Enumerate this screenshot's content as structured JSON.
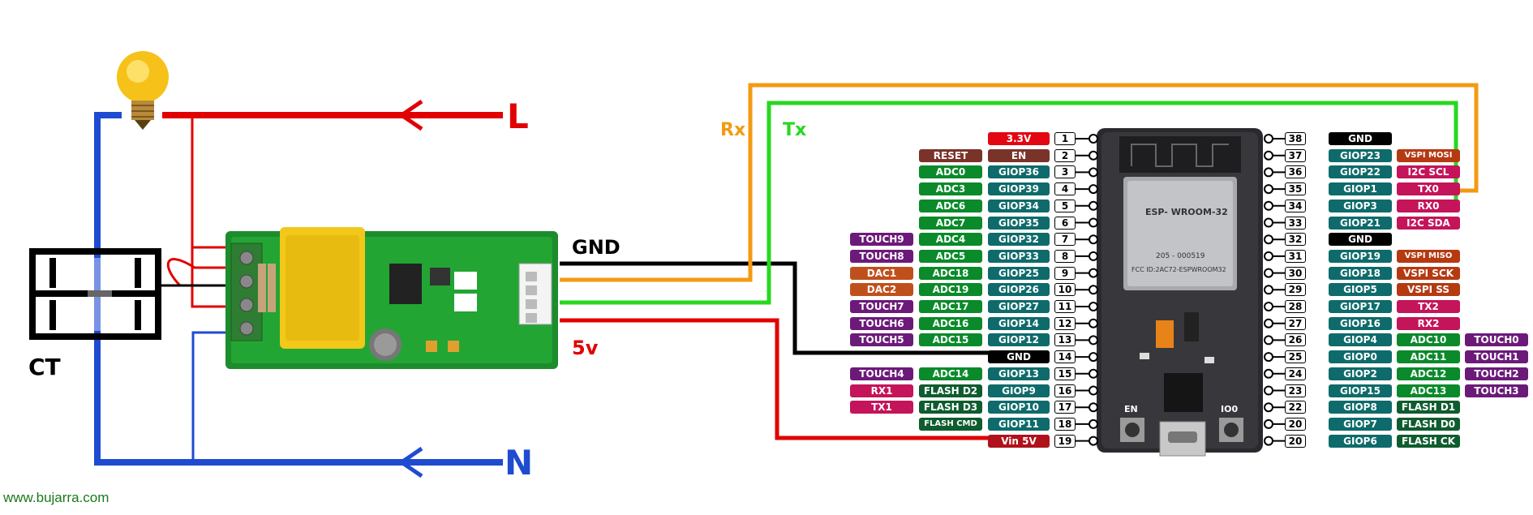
{
  "diagram": {
    "line_label": "L",
    "neutral_label": "N",
    "ct_label": "CT",
    "gnd_label": "GND",
    "v5_label": "5v",
    "rx_label": "Rx",
    "tx_label": "Tx",
    "footer": "www.bujarra.com",
    "module_text": "ESP- WROOM-32",
    "module_fcc": "FCC ID:2AC72-ESPWROOM32",
    "module_cert": "205 - 000519",
    "btn_en": "EN",
    "btn_io0": "IO0"
  },
  "colors": {
    "red": "#e10000",
    "blue": "#1f4bd1",
    "orange": "#f39a12",
    "green": "#27d81e",
    "black": "#000000",
    "gnd": "#000000",
    "pwr": "#e30613",
    "gpio": "#0f6b6b",
    "adc": "#0a8a2a",
    "touch": "#6c1a7a",
    "dac": "#c0501b",
    "reset": "#7a3329",
    "flash": "#0f5c2e",
    "uart": "#c4145a",
    "vspi": "#b53a12",
    "i2c": "#c4145a",
    "vin": "#b0121b"
  },
  "left_pins": [
    {
      "num": "1",
      "labels": [
        {
          "text": "3.3V",
          "color": "pwr"
        }
      ]
    },
    {
      "num": "2",
      "labels": [
        {
          "text": "EN",
          "color": "reset"
        },
        {
          "text": "RESET",
          "color": "reset"
        }
      ]
    },
    {
      "num": "3",
      "labels": [
        {
          "text": "GIOP36",
          "color": "gpio"
        },
        {
          "text": "ADC0",
          "color": "adc"
        }
      ]
    },
    {
      "num": "4",
      "labels": [
        {
          "text": "GIOP39",
          "color": "gpio"
        },
        {
          "text": "ADC3",
          "color": "adc"
        }
      ]
    },
    {
      "num": "5",
      "labels": [
        {
          "text": "GIOP34",
          "color": "gpio"
        },
        {
          "text": "ADC6",
          "color": "adc"
        }
      ]
    },
    {
      "num": "6",
      "labels": [
        {
          "text": "GIOP35",
          "color": "gpio"
        },
        {
          "text": "ADC7",
          "color": "adc"
        }
      ]
    },
    {
      "num": "7",
      "labels": [
        {
          "text": "GIOP32",
          "color": "gpio"
        },
        {
          "text": "ADC4",
          "color": "adc"
        },
        {
          "text": "TOUCH9",
          "color": "touch"
        }
      ]
    },
    {
      "num": "8",
      "labels": [
        {
          "text": "GIOP33",
          "color": "gpio"
        },
        {
          "text": "ADC5",
          "color": "adc"
        },
        {
          "text": "TOUCH8",
          "color": "touch"
        }
      ]
    },
    {
      "num": "9",
      "labels": [
        {
          "text": "GIOP25",
          "color": "gpio"
        },
        {
          "text": "ADC18",
          "color": "adc"
        },
        {
          "text": "DAC1",
          "color": "dac"
        }
      ]
    },
    {
      "num": "10",
      "labels": [
        {
          "text": "GIOP26",
          "color": "gpio"
        },
        {
          "text": "ADC19",
          "color": "adc"
        },
        {
          "text": "DAC2",
          "color": "dac"
        }
      ]
    },
    {
      "num": "11",
      "labels": [
        {
          "text": "GIOP27",
          "color": "gpio"
        },
        {
          "text": "ADC17",
          "color": "adc"
        },
        {
          "text": "TOUCH7",
          "color": "touch"
        }
      ]
    },
    {
      "num": "12",
      "labels": [
        {
          "text": "GIOP14",
          "color": "gpio"
        },
        {
          "text": "ADC16",
          "color": "adc"
        },
        {
          "text": "TOUCH6",
          "color": "touch"
        }
      ]
    },
    {
      "num": "13",
      "labels": [
        {
          "text": "GIOP12",
          "color": "gpio"
        },
        {
          "text": "ADC15",
          "color": "adc"
        },
        {
          "text": "TOUCH5",
          "color": "touch"
        }
      ]
    },
    {
      "num": "14",
      "labels": [
        {
          "text": "GND",
          "color": "gnd"
        }
      ]
    },
    {
      "num": "15",
      "labels": [
        {
          "text": "GIOP13",
          "color": "gpio"
        },
        {
          "text": "ADC14",
          "color": "adc"
        },
        {
          "text": "TOUCH4",
          "color": "touch"
        }
      ]
    },
    {
      "num": "16",
      "labels": [
        {
          "text": "GIOP9",
          "color": "gpio"
        },
        {
          "text": "FLASH D2",
          "color": "flash"
        },
        {
          "text": "RX1",
          "color": "uart"
        }
      ]
    },
    {
      "num": "17",
      "labels": [
        {
          "text": "GIOP10",
          "color": "gpio"
        },
        {
          "text": "FLASH D3",
          "color": "flash"
        },
        {
          "text": "TX1",
          "color": "uart"
        }
      ]
    },
    {
      "num": "18",
      "labels": [
        {
          "text": "GIOP11",
          "color": "gpio"
        },
        {
          "text": "FLASH CMD",
          "color": "flash"
        }
      ]
    },
    {
      "num": "19",
      "labels": [
        {
          "text": "Vin 5V",
          "color": "vin"
        }
      ]
    }
  ],
  "right_pins": [
    {
      "num": "38",
      "labels": [
        {
          "text": "GND",
          "color": "gnd"
        }
      ]
    },
    {
      "num": "37",
      "labels": [
        {
          "text": "GIOP23",
          "color": "gpio"
        },
        {
          "text": "VSPI MOSI",
          "color": "vspi"
        }
      ]
    },
    {
      "num": "36",
      "labels": [
        {
          "text": "GIOP22",
          "color": "gpio"
        },
        {
          "text": "I2C SCL",
          "color": "i2c"
        }
      ]
    },
    {
      "num": "35",
      "labels": [
        {
          "text": "GIOP1",
          "color": "gpio"
        },
        {
          "text": "TX0",
          "color": "uart"
        }
      ]
    },
    {
      "num": "34",
      "labels": [
        {
          "text": "GIOP3",
          "color": "gpio"
        },
        {
          "text": "RX0",
          "color": "uart"
        }
      ]
    },
    {
      "num": "33",
      "labels": [
        {
          "text": "GIOP21",
          "color": "gpio"
        },
        {
          "text": "I2C SDA",
          "color": "i2c"
        }
      ]
    },
    {
      "num": "32",
      "labels": [
        {
          "text": "GND",
          "color": "gnd"
        }
      ]
    },
    {
      "num": "31",
      "labels": [
        {
          "text": "GIOP19",
          "color": "gpio"
        },
        {
          "text": "VSPI MISO",
          "color": "vspi"
        }
      ]
    },
    {
      "num": "30",
      "labels": [
        {
          "text": "GIOP18",
          "color": "gpio"
        },
        {
          "text": "VSPI SCK",
          "color": "vspi"
        }
      ]
    },
    {
      "num": "29",
      "labels": [
        {
          "text": "GIOP5",
          "color": "gpio"
        },
        {
          "text": "VSPI SS",
          "color": "vspi"
        }
      ]
    },
    {
      "num": "28",
      "labels": [
        {
          "text": "GIOP17",
          "color": "gpio"
        },
        {
          "text": "TX2",
          "color": "uart"
        }
      ]
    },
    {
      "num": "27",
      "labels": [
        {
          "text": "GIOP16",
          "color": "gpio"
        },
        {
          "text": "RX2",
          "color": "uart"
        }
      ]
    },
    {
      "num": "26",
      "labels": [
        {
          "text": "GIOP4",
          "color": "gpio"
        },
        {
          "text": "ADC10",
          "color": "adc"
        },
        {
          "text": "TOUCH0",
          "color": "touch"
        }
      ]
    },
    {
      "num": "25",
      "labels": [
        {
          "text": "GIOP0",
          "color": "gpio"
        },
        {
          "text": "ADC11",
          "color": "adc"
        },
        {
          "text": "TOUCH1",
          "color": "touch"
        }
      ]
    },
    {
      "num": "24",
      "labels": [
        {
          "text": "GIOP2",
          "color": "gpio"
        },
        {
          "text": "ADC12",
          "color": "adc"
        },
        {
          "text": "TOUCH2",
          "color": "touch"
        }
      ]
    },
    {
      "num": "23",
      "labels": [
        {
          "text": "GIOP15",
          "color": "gpio"
        },
        {
          "text": "ADC13",
          "color": "adc"
        },
        {
          "text": "TOUCH3",
          "color": "touch"
        }
      ]
    },
    {
      "num": "22",
      "labels": [
        {
          "text": "GIOP8",
          "color": "gpio"
        },
        {
          "text": "FLASH D1",
          "color": "flash"
        }
      ]
    },
    {
      "num": "20",
      "labels": [
        {
          "text": "GIOP7",
          "color": "gpio"
        },
        {
          "text": "FLASH D0",
          "color": "flash"
        }
      ]
    },
    {
      "num": "20",
      "labels": [
        {
          "text": "GIOP6",
          "color": "gpio"
        },
        {
          "text": "FLASH CK",
          "color": "flash"
        }
      ]
    }
  ]
}
